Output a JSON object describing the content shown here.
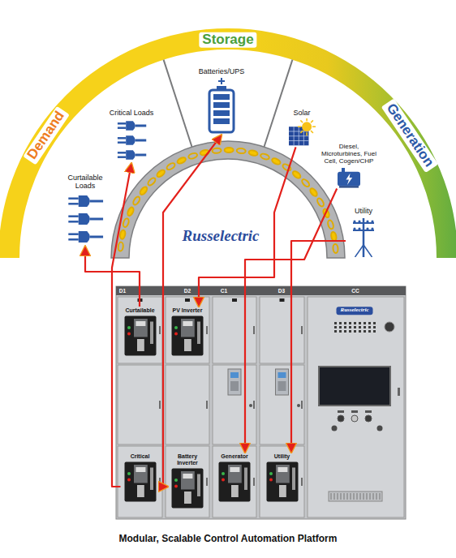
{
  "diagram": {
    "caption": "Modular, Scalable Control Automation Platform",
    "nodes": [
      {
        "text": [
          "Curtailable Loads"
        ]
      },
      {
        "text": [
          "Critical Loads"
        ]
      },
      {
        "text": [
          "Batteries/UPS"
        ]
      },
      {
        "text": [
          "Solar"
        ]
      },
      {
        "text": [
          "Diesel, Microturbines, Fuel Cell, Cogen/CHP"
        ]
      },
      {
        "text": [
          "Utility"
        ]
      },
      {
        "text": [
          "Curtailable"
        ]
      },
      {
        "text": [
          "PV Inverter"
        ]
      },
      {
        "text": [
          "Critical"
        ]
      },
      {
        "text": [
          "Battery Inverter"
        ]
      },
      {
        "text": [
          "Generator"
        ]
      },
      {
        "text": [
          "Utility"
        ]
      }
    ],
    "edges": [
      {
        "from": 6,
        "to": 0,
        "arrow": "to"
      },
      {
        "from": 8,
        "to": 1,
        "arrow": "to"
      },
      {
        "from": 9,
        "to": 2,
        "arrow": "both"
      },
      {
        "from": 3,
        "to": 7,
        "arrow": "to"
      },
      {
        "from": 4,
        "to": 10,
        "arrow": "to"
      },
      {
        "from": 5,
        "to": 11,
        "arrow": "to"
      }
    ],
    "labels": [
      "Demand",
      "Storage",
      "Generation",
      "Russelectric",
      "D1",
      "D2",
      "C1",
      "D3",
      "CC",
      "Russelectric"
    ]
  }
}
